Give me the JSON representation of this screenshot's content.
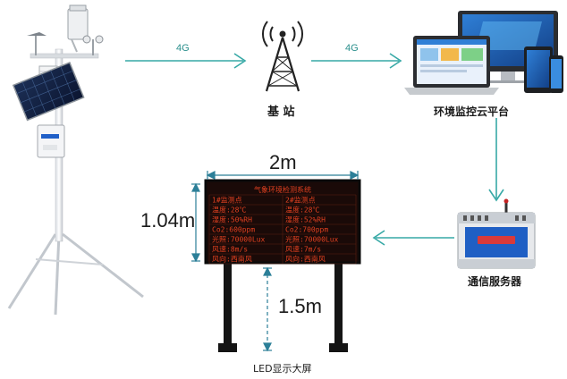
{
  "links": {
    "station_to_base": "4G",
    "base_to_platform": "4G"
  },
  "labels": {
    "base_station": "基 站",
    "platform": "环境监控云平台",
    "comm_server": "通信服务器",
    "led_screen": "LED显示大屏"
  },
  "dimensions": {
    "width": "2m",
    "height": "1.04m",
    "pole": "1.5m"
  },
  "led_panel": {
    "title": "气象环境检测系统",
    "rows": [
      [
        "1#监测点",
        "2#监测点"
      ],
      [
        "温度:28℃",
        "温度:28℃"
      ],
      [
        "湿度:50%RH",
        "湿度:52%RH"
      ],
      [
        "Co2:600ppm",
        "Co2:700ppm"
      ],
      [
        "光照:70000Lux",
        "光照:70000Lux"
      ],
      [
        "风速:8m/s",
        "风速:7m/s"
      ],
      [
        "风向:西南风",
        "风向:西南风"
      ]
    ]
  },
  "colors": {
    "arrow": "#37a9a6",
    "dimension": "#2c7f98",
    "led_text": "#e04020",
    "led_bg": "#1a0a08"
  }
}
